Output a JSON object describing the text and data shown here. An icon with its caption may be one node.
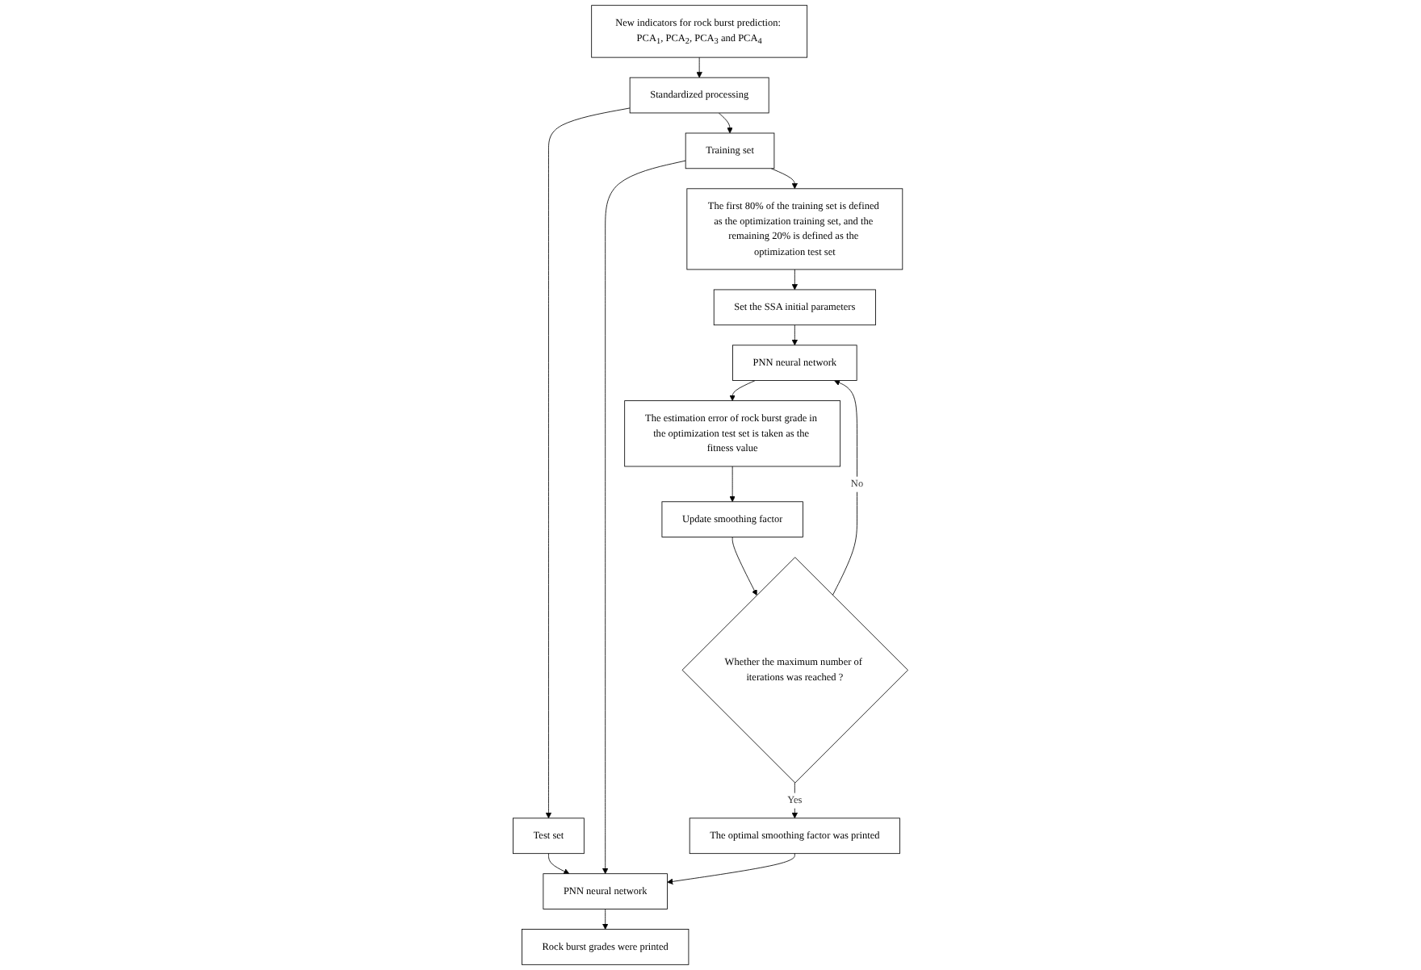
{
  "diagram": {
    "nodes": [
      {
        "text": [
          "New indicators for rock burst prediction: PCA$_{1}$, PCA$_{2}$, PCA$_{3}$ and PCA$_{4}$"
        ]
      },
      {
        "text": [
          "Standardized processing"
        ]
      },
      {
        "text": [
          "Test set"
        ]
      },
      {
        "text": [
          "Training set"
        ]
      },
      {
        "text": [
          "PNN neural network"
        ]
      },
      {
        "text": [
          "Rock burst grades were printed"
        ]
      },
      {
        "text": [
          "The first 80% of the training set is defined as the optimization training set, and the remaining 20% is defined as the optimization test set"
        ]
      },
      {
        "text": [
          "Set the SSA initial parameters"
        ]
      },
      {
        "text": [
          "PNN neural network"
        ]
      },
      {
        "text": [
          "The estimation error of rock burst grade in the optimization test set is taken as the fitness value"
        ]
      },
      {
        "text": [
          "Update smoothing factor"
        ]
      },
      {
        "text": [
          "Whether the maximum number of iterations was reached ?"
        ]
      },
      {
        "text": [
          "The optimal smoothing factor was printed"
        ]
      }
    ],
    "edges": [
      {
        "from": 0,
        "to": 1,
        "arrow": "to"
      },
      {
        "from": 1,
        "to": 2,
        "arrow": "to"
      },
      {
        "from": 1,
        "to": 3,
        "arrow": "to"
      },
      {
        "from": 2,
        "to": 4,
        "arrow": "to"
      },
      {
        "from": 3,
        "to": 4,
        "arrow": "to"
      },
      {
        "from": 4,
        "to": 5,
        "arrow": "to"
      },
      {
        "from": 3,
        "to": 6,
        "arrow": "to"
      },
      {
        "from": 6,
        "to": 7,
        "arrow": "to"
      },
      {
        "from": 7,
        "to": 8,
        "arrow": "to"
      },
      {
        "from": 8,
        "to": 9,
        "arrow": "to"
      },
      {
        "from": 9,
        "to": 10,
        "arrow": "to"
      },
      {
        "from": 10,
        "to": 11,
        "arrow": "to"
      },
      {
        "from": 11,
        "to": 8,
        "arrow": "to",
        "label": "No"
      },
      {
        "from": 11,
        "to": 12,
        "arrow": "to",
        "label": "Yes"
      },
      {
        "from": 12,
        "to": 4,
        "arrow": "to"
      }
    ]
  }
}
